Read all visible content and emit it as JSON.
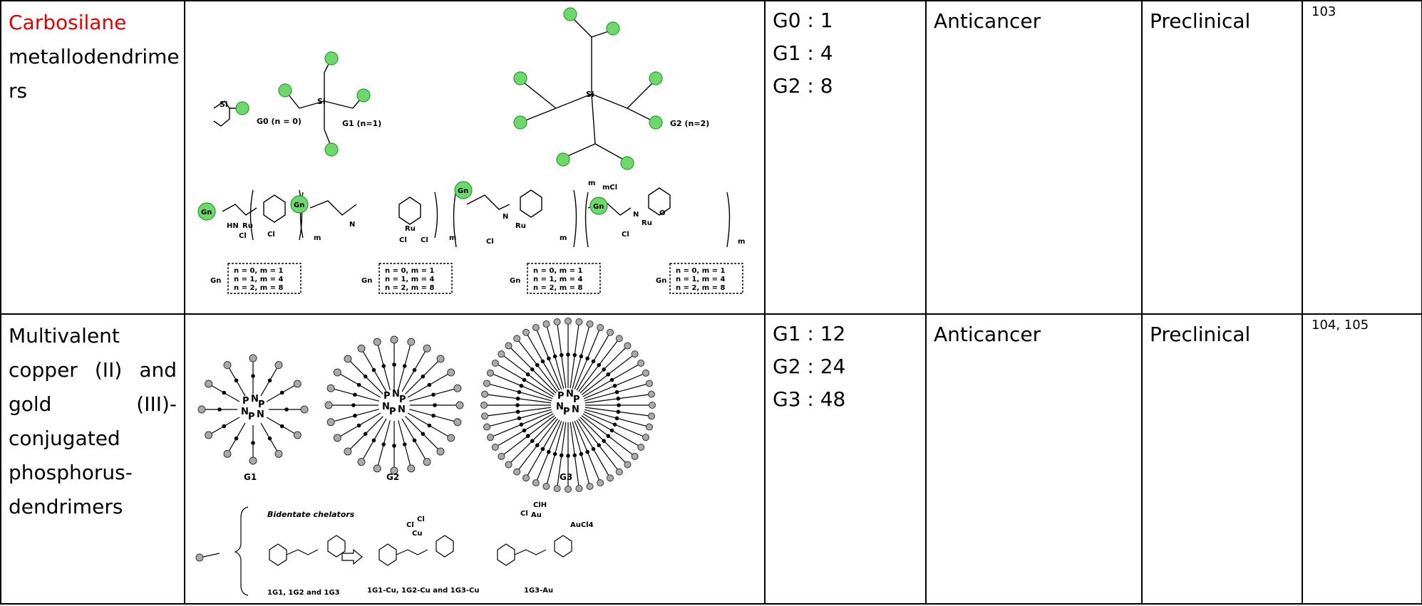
{
  "rows": [
    {
      "name_colored": "Carbosilane",
      "name_rest": [
        "metallodendrime",
        "rs"
      ],
      "figure": {
        "gen_labels": [
          "G0 (n = 0)",
          "G1 (n=1)",
          "G2 (n=2)"
        ],
        "gn_label": "Gn",
        "box_lines": [
          "n = 0, m = 1",
          "n = 1, m = 4",
          "n = 2, m = 8"
        ],
        "atoms": {
          "si": "Si",
          "ru": "Ru",
          "cl": "Cl",
          "n": "N",
          "hn": "HN",
          "o": "O",
          "m": "m",
          "mcl": "mCl"
        }
      },
      "generations": [
        "G0 : 1",
        "G1 : 4",
        "G2 : 8"
      ],
      "activity": "Anticancer",
      "stage": "Preclinical",
      "reference": "103"
    },
    {
      "name_lines": [
        "Multivalent",
        "copper (II) and",
        "gold (III)-",
        "conjugated",
        "phosphorus-",
        "dendrimers"
      ],
      "figure": {
        "gen_labels": [
          "G1",
          "G2",
          "G3"
        ],
        "chelator_title": "Bidentate chelators",
        "chelator_caption": "1G1, 1G2 and 1G3",
        "cu_caption": "1G1-Cu, 1G2-Cu and 1G3-Cu",
        "au_caption": "1G3-Au",
        "atoms": {
          "p": "P",
          "n": "N",
          "cu": "Cu",
          "au": "Au",
          "cl": "Cl",
          "clh": "ClH",
          "aucl4": "AuCl4"
        }
      },
      "generations": [
        "G1 : 12",
        "G2 : 24",
        "G3 : 48"
      ],
      "activity": "Anticancer",
      "stage": "Preclinical",
      "reference": "104, 105"
    }
  ]
}
